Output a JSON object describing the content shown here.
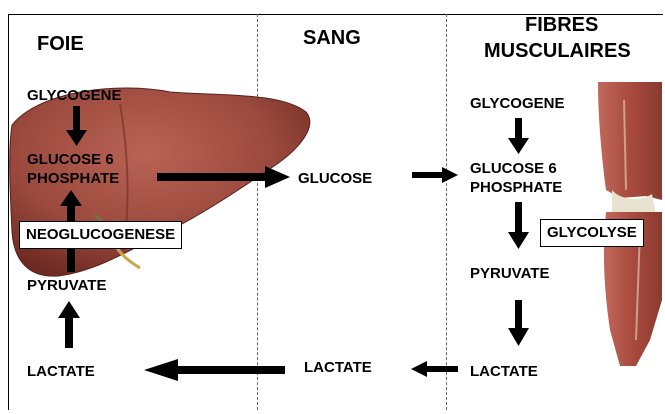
{
  "headers": {
    "foie": "FOIE",
    "sang": "SANG",
    "fibres_line1": "FIBRES",
    "fibres_line2": "MUSCULAIRES"
  },
  "foie": {
    "glycogene": "GLYCOGENE",
    "g6p_line1": "GLUCOSE 6",
    "g6p_line2": "PHOSPHATE",
    "neoglucogenese": "NEOGLUCOGENESE",
    "pyruvate": "PYRUVATE",
    "lactate": "LACTATE"
  },
  "sang": {
    "glucose": "GLUCOSE",
    "lactate": "LACTATE"
  },
  "muscle": {
    "glycogene": "GLYCOGENE",
    "g6p_line1": "GLUCOSE 6",
    "g6p_line2": "PHOSPHATE",
    "glycolyse": "GLYCOLYSE",
    "pyruvate": "PYRUVATE",
    "lactate": "LACTATE"
  },
  "colors": {
    "liver": "#9c4a3e",
    "liver_dark": "#6e2a22",
    "muscle": "#b8584a",
    "tendon": "#e8e2d0",
    "arrow": "#000000"
  },
  "icons": {
    "liver": "liver-illustration",
    "leg": "leg-muscle-illustration"
  }
}
